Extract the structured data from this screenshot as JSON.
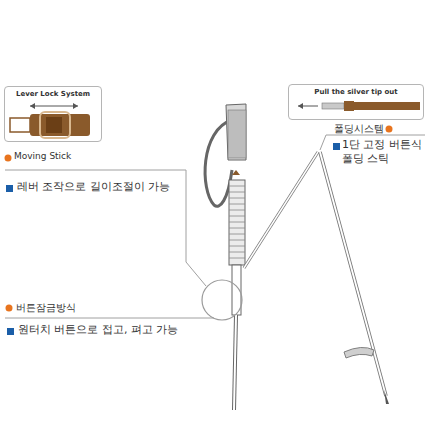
{
  "diagram": {
    "nodes": [
      {
        "text": [
          "Lever Lock System"
        ]
      },
      {
        "text": [
          "Pull the silver tip out"
        ]
      }
    ],
    "labels": [
      "Moving Stick",
      "레버 조작으로 길이조절이 가능",
      "버튼잠금방식",
      "원터치 버튼으로 접고, 펴고 가능",
      "폴딩시스템",
      "1단 고정 버튼식 폴딩 스틱"
    ]
  }
}
